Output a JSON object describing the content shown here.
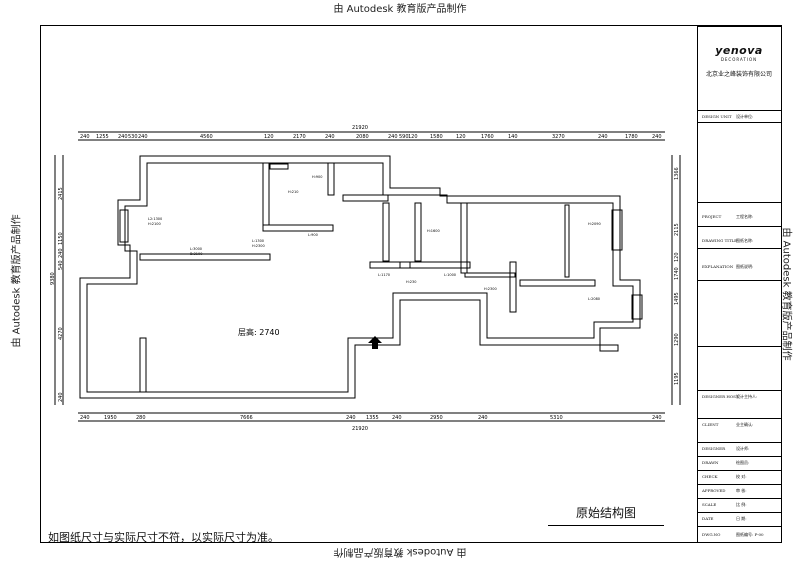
{
  "watermark": "由 Autodesk 教育版产品制作",
  "company": {
    "logo": "yenova",
    "logo_sub": "DECORATION",
    "name": "北京业之峰装饰有限公司"
  },
  "title_block": {
    "rows": [
      {
        "label": "DESIGN UNIT",
        "value": "设计单位:"
      },
      {
        "label": "PROJECT",
        "value": "工程名称:"
      },
      {
        "label": "DRAWING TITLE",
        "value": "图纸名称:"
      },
      {
        "label": "EXPLANATION",
        "value": "图纸说明:"
      },
      {
        "label": "DESIGNER HOST",
        "value": "设计主持人:"
      },
      {
        "label": "CLIENT",
        "value": "业主确认:"
      },
      {
        "label": "DESIGNER",
        "value": "设计师:"
      },
      {
        "label": "DRAWN",
        "value": "绘图员:"
      },
      {
        "label": "CHECK",
        "value": "校 对:"
      },
      {
        "label": "APPROVED",
        "value": "审 核:"
      },
      {
        "label": "SCALE",
        "value": "比 例:"
      },
      {
        "label": "DATE",
        "value": "日 期:"
      },
      {
        "label": "DWG.NO",
        "value": "图纸编号: P-00"
      }
    ]
  },
  "plan": {
    "room_height": "层高: 2740",
    "total_width": "21920",
    "top_dims": [
      "240",
      "1255",
      "240",
      "530",
      "240",
      "4560",
      "120",
      "2170",
      "240",
      "2080",
      "240",
      "590",
      "120",
      "1580",
      "120",
      "1760",
      "140",
      "3270",
      "240",
      "1780",
      "240"
    ],
    "bottom_dims": [
      "240",
      "1950",
      "280",
      "7666",
      "240",
      "1355",
      "240",
      "2950",
      "240",
      "5310",
      "240"
    ],
    "left_dims": [
      "2415",
      "1150",
      "240",
      "540",
      "9380",
      "4270",
      "240"
    ],
    "right_dims": [
      "1366",
      "2115",
      "120",
      "1740",
      "1495",
      "1290",
      "1195"
    ],
    "tags": [
      "L2:1300",
      "H:2100",
      "H:900",
      "H:210",
      "L:3000",
      "B:2100",
      "L:900",
      "L:1300",
      "H:2300",
      "H:2090",
      "L:2080",
      "H:1600",
      "L:1170",
      "L:1000",
      "H:230",
      "H:2300"
    ]
  },
  "note": "如图纸尺寸与实际尺寸不符，以实际尺寸为准。",
  "sheet_title": "原始结构图"
}
